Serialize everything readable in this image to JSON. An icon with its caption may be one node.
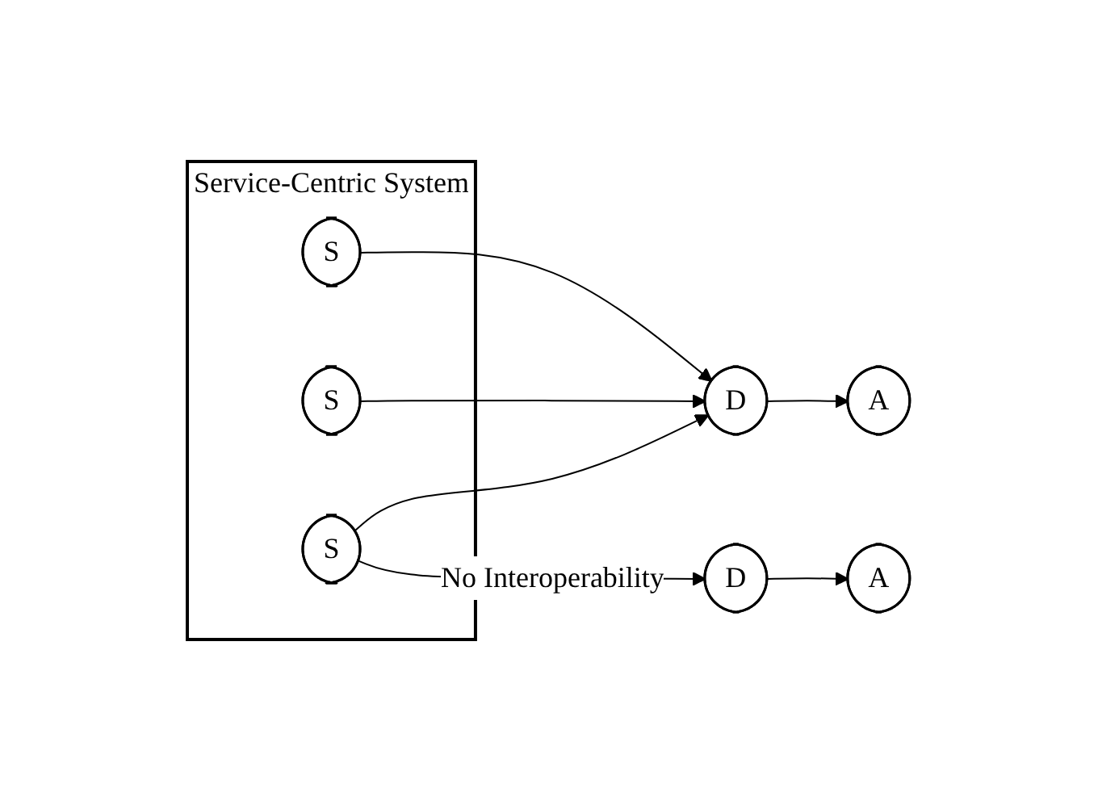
{
  "diagram": {
    "nodes": [
      {
        "text": [
          "Service-Centric System"
        ]
      },
      {
        "text": [
          "S"
        ],
        "in": 0
      },
      {
        "text": [
          "S"
        ],
        "in": 0
      },
      {
        "text": [
          "S"
        ],
        "in": 0
      },
      {
        "text": [
          "D"
        ]
      },
      {
        "text": [
          "A"
        ]
      },
      {
        "text": [
          "D"
        ]
      },
      {
        "text": [
          "A"
        ]
      }
    ],
    "edges": [
      {
        "from": 1,
        "to": 4,
        "arrow": "to"
      },
      {
        "from": 2,
        "to": 4,
        "arrow": "to"
      },
      {
        "from": 3,
        "to": 4,
        "arrow": "to"
      },
      {
        "from": 4,
        "to": 5,
        "arrow": "to"
      },
      {
        "from": 3,
        "to": 6,
        "arrow": "to",
        "label": "No Interoperability"
      },
      {
        "from": 6,
        "to": 7,
        "arrow": "to"
      }
    ]
  }
}
